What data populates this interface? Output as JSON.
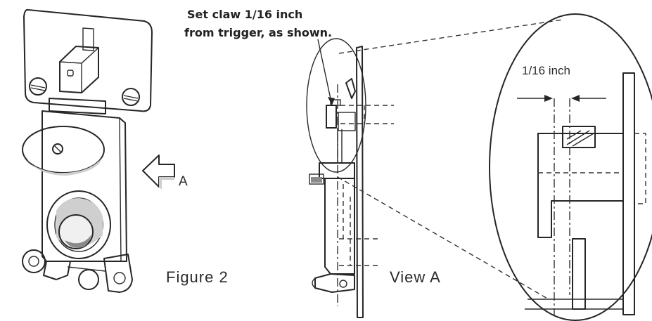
{
  "labels": {
    "callout_line1": "Set claw 1/16 inch",
    "callout_line2": "from trigger, as shown.",
    "measure": "1/16 inch",
    "arrow_letter": "A",
    "figure_caption": "Figure 2",
    "view_caption": "View A"
  },
  "colors": {
    "ink": "#262626",
    "background": "#ffffff"
  }
}
